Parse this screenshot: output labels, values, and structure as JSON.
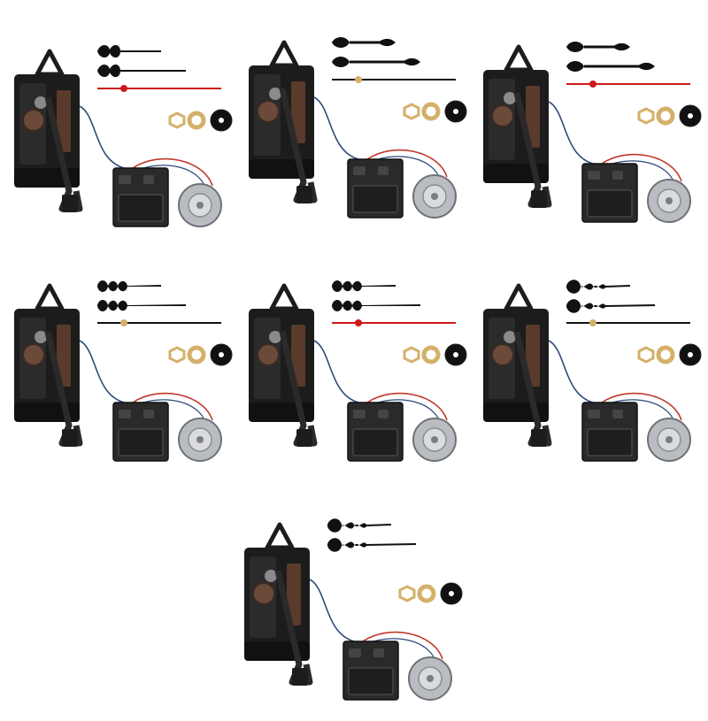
{
  "image": {
    "background": "#ffffff",
    "subject": "clock-movement-kit"
  },
  "colors": {
    "movement_body": "#1c1c1c",
    "movement_gear": "#6b4a3a",
    "pendulum_arm": "#2a2a2a",
    "wire_red": "#c0392b",
    "wire_blue": "#2c4a7a",
    "speaker_silver": "#b9bcc0",
    "washer_gold": "#d4b06a",
    "hand_black": "#111111",
    "second_hand_red": "#cc1a1a"
  },
  "kits": [
    {
      "hand_style": "fleur",
      "second_hand": "red"
    },
    {
      "hand_style": "spade",
      "second_hand": "black"
    },
    {
      "hand_style": "spade",
      "second_hand": "red"
    },
    {
      "hand_style": "ornate",
      "second_hand": "black"
    },
    {
      "hand_style": "ornate",
      "second_hand": "red"
    },
    {
      "hand_style": "serpentine",
      "second_hand": "black"
    },
    {
      "hand_style": "serpentine",
      "second_hand": "none"
    }
  ]
}
